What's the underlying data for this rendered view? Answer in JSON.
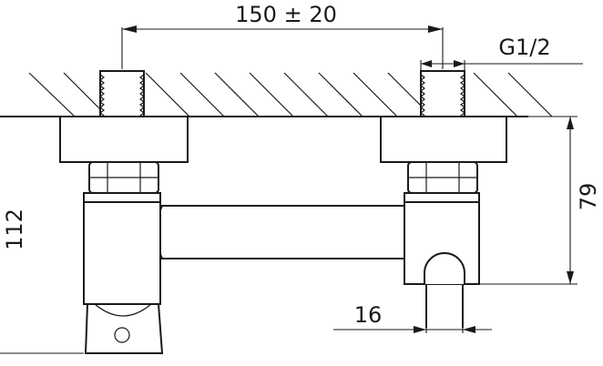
{
  "dimensions": {
    "spacing": "150 ± 20",
    "thread": "G1/2",
    "height_left": "112",
    "height_right": "79",
    "outlet_width": "16"
  }
}
